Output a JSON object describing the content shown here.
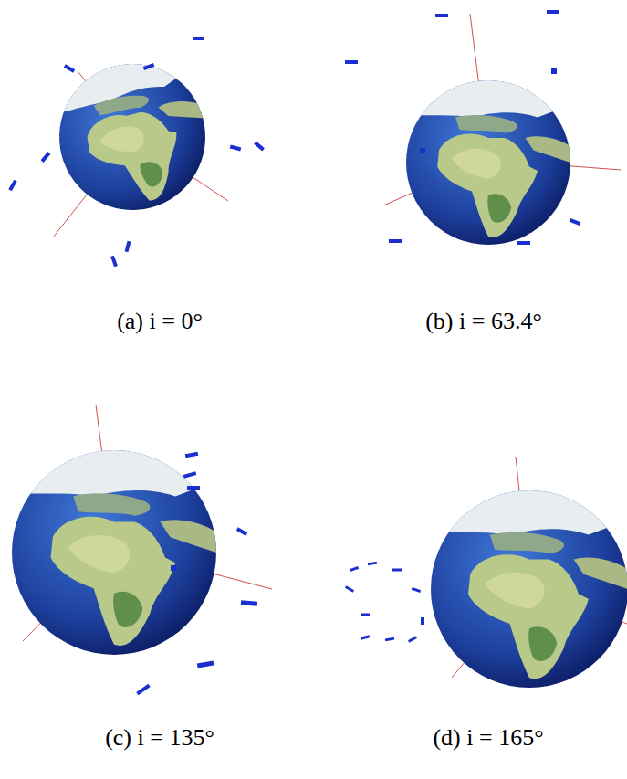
{
  "diagram": {
    "labels": [
      "(a) i = 0°",
      "(b) i = 63.4°",
      "(c) i = 135°",
      "(d) i = 165°"
    ]
  }
}
